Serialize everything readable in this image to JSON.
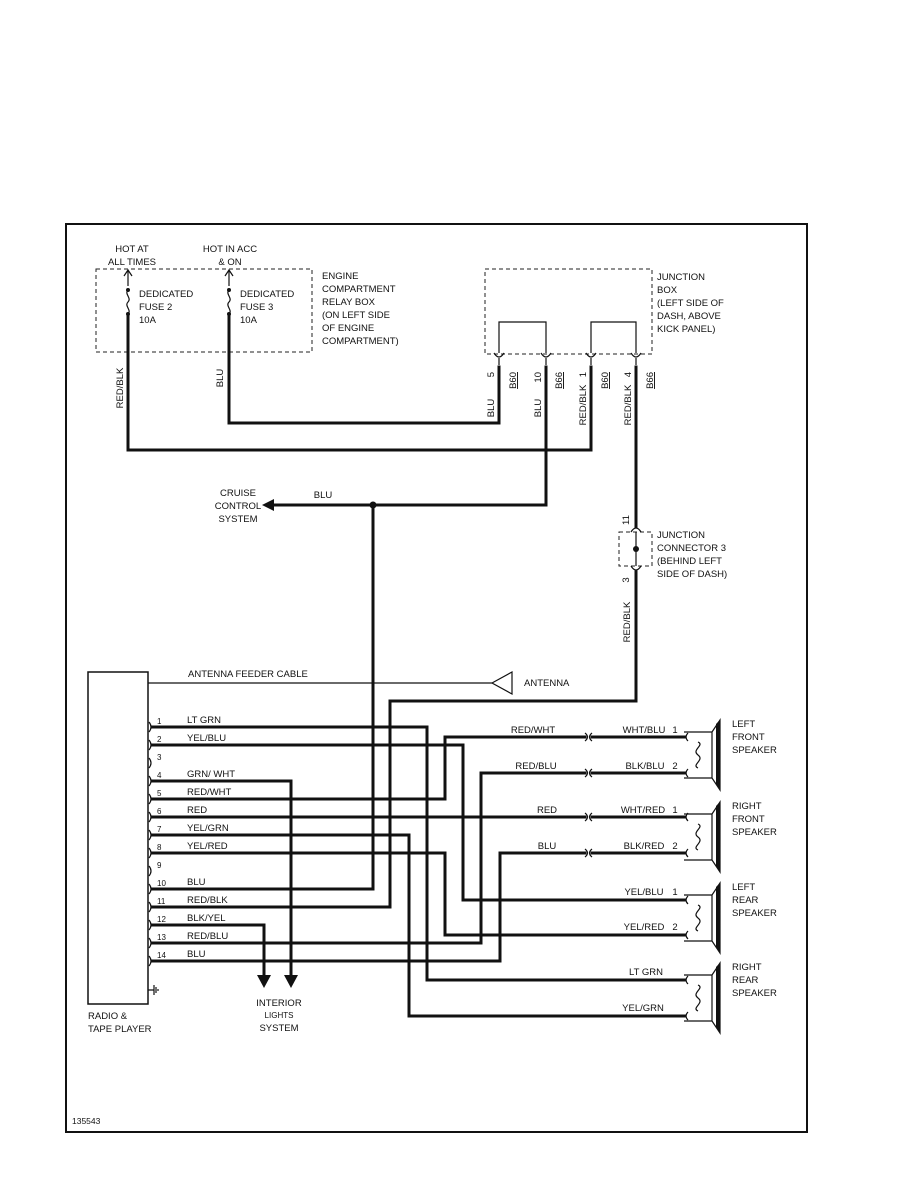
{
  "power": {
    "hot_at_all_times": [
      "HOT AT",
      "ALL TIMES"
    ],
    "hot_in_acc": [
      "HOT IN ACC",
      "& ON"
    ]
  },
  "fuses": {
    "fuse2": [
      "DEDICATED",
      "FUSE 2",
      "10A"
    ],
    "fuse3": [
      "DEDICATED",
      "FUSE 3",
      "10A"
    ]
  },
  "relay_box": [
    "ENGINE",
    "COMPARTMENT",
    "RELAY BOX",
    "(ON LEFT SIDE",
    "OF ENGINE",
    "COMPARTMENT)"
  ],
  "junction_box": [
    "JUNCTION",
    "BOX",
    "(LEFT SIDE OF",
    "DASH, ABOVE",
    "KICK PANEL)"
  ],
  "jb_pins": [
    {
      "pin": "5",
      "conn": "B60",
      "wire": "BLU"
    },
    {
      "pin": "10",
      "conn": "B66",
      "wire": "BLU"
    },
    {
      "pin": "1",
      "conn": "B60",
      "wire": "RED/BLK"
    },
    {
      "pin": "4",
      "conn": "B66",
      "wire": "RED/BLK"
    }
  ],
  "wires": {
    "fuse2_wire": "RED/BLK",
    "fuse3_wire": "BLU",
    "cruise_wire": "BLU",
    "jc_out_wire": "RED/BLK"
  },
  "cruise": [
    "CRUISE",
    "CONTROL",
    "SYSTEM"
  ],
  "junction_connector": {
    "label": [
      "JUNCTION",
      "CONNECTOR 3",
      "(BEHIND LEFT",
      "SIDE OF DASH)"
    ],
    "pin_top": "11",
    "pin_bottom": "3"
  },
  "antenna": {
    "cable": "ANTENNA FEEDER CABLE",
    "label": "ANTENNA"
  },
  "radio": {
    "label": [
      "RADIO &",
      "TAPE PLAYER"
    ],
    "pins": [
      {
        "num": "1",
        "wire": "LT GRN"
      },
      {
        "num": "2",
        "wire": "YEL/BLU"
      },
      {
        "num": "3",
        "wire": ""
      },
      {
        "num": "4",
        "wire": "GRN/ WHT"
      },
      {
        "num": "5",
        "wire": "RED/WHT"
      },
      {
        "num": "6",
        "wire": "RED"
      },
      {
        "num": "7",
        "wire": "YEL/GRN"
      },
      {
        "num": "8",
        "wire": "YEL/RED"
      },
      {
        "num": "9",
        "wire": ""
      },
      {
        "num": "10",
        "wire": "BLU"
      },
      {
        "num": "11",
        "wire": "RED/BLK"
      },
      {
        "num": "12",
        "wire": "BLK/YEL"
      },
      {
        "num": "13",
        "wire": "RED/BLU"
      },
      {
        "num": "14",
        "wire": "BLU"
      }
    ]
  },
  "interior": [
    "INTERIOR",
    "LIGHTS",
    "SYSTEM"
  ],
  "front_wires": [
    {
      "left": "RED/WHT",
      "right": "WHT/BLU",
      "pin": "1"
    },
    {
      "left": "RED/BLU",
      "right": "BLK/BLU",
      "pin": "2"
    },
    {
      "left": "RED",
      "right": "WHT/RED",
      "pin": "1"
    },
    {
      "left": "BLU",
      "right": "BLK/RED",
      "pin": "2"
    }
  ],
  "rear_wires": [
    {
      "right": "YEL/BLU",
      "pin": "1"
    },
    {
      "right": "YEL/RED",
      "pin": "2"
    },
    {
      "right": "LT GRN",
      "pin": ""
    },
    {
      "right": "YEL/GRN",
      "pin": ""
    }
  ],
  "speakers": [
    [
      "LEFT",
      "FRONT",
      "SPEAKER"
    ],
    [
      "RIGHT",
      "FRONT",
      "SPEAKER"
    ],
    [
      "LEFT",
      "REAR",
      "SPEAKER"
    ],
    [
      "RIGHT",
      "REAR",
      "SPEAKER"
    ]
  ],
  "figure_id": "135543"
}
